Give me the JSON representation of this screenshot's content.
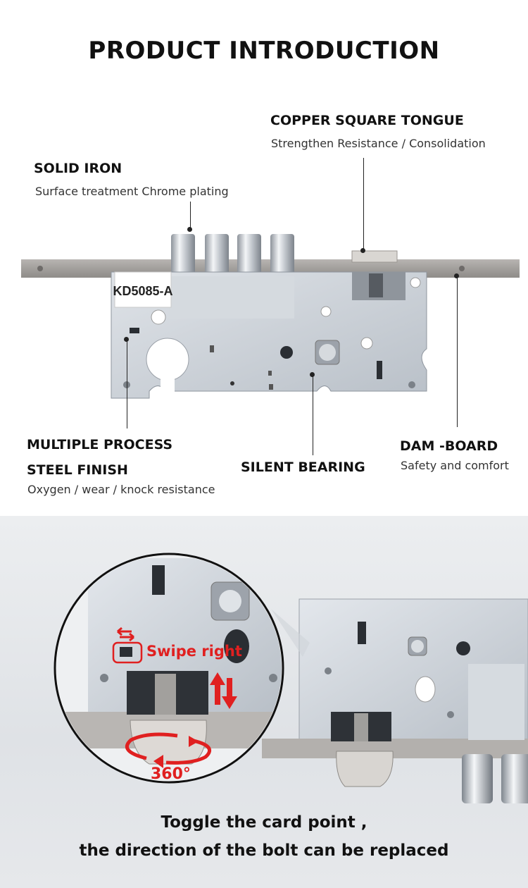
{
  "title": "PRODUCT INTRODUCTION",
  "callouts": {
    "copper": {
      "heading": "COPPER SQUARE TONGUE",
      "sub": "Strengthen Resistance / Consolidation"
    },
    "iron": {
      "heading": "SOLID IRON",
      "sub": "Surface treatment Chrome plating"
    },
    "process": {
      "heading1": "MULTIPLE PROCESS",
      "heading2": "STEEL FINISH",
      "sub": "Oxygen / wear / knock resistance"
    },
    "bearing": {
      "heading": "SILENT BEARING"
    },
    "board": {
      "heading": "DAM -BOARD",
      "sub": "Safety and comfort"
    }
  },
  "lock_label": "KD5085-A",
  "detail": {
    "swipe": "Swipe right",
    "rotation": "360°"
  },
  "caption": {
    "line1": "Toggle the card point ,",
    "line2": "the direction of the bolt can be replaced"
  },
  "colors": {
    "accent": "#e02020",
    "plate": "#c9ced6",
    "faceplate": "#a9a6a4"
  }
}
